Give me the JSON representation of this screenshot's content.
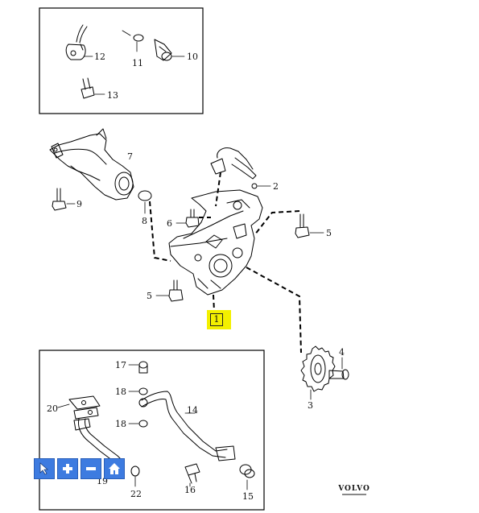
{
  "labels": {
    "n1": "1",
    "n2": "2",
    "n3": "3",
    "n4": "4",
    "n5a": "5",
    "n5b": "5",
    "n6": "6",
    "n7": "7",
    "n8": "8",
    "n9": "9",
    "n10": "10",
    "n11": "11",
    "n12": "12",
    "n13": "13",
    "n14": "14",
    "n15": "15",
    "n16": "16",
    "n17": "17",
    "n18a": "18",
    "n18b": "18",
    "n19": "19",
    "n20": "20",
    "n22": "22"
  },
  "highlight": {
    "label": "1",
    "color": "#f3f000"
  },
  "toolbar": {
    "buttons": [
      {
        "name": "pointer",
        "icon": "cursor-icon"
      },
      {
        "name": "zoom-in",
        "icon": "plus-icon"
      },
      {
        "name": "zoom-out",
        "icon": "minus-icon"
      },
      {
        "name": "home",
        "icon": "home-icon"
      }
    ],
    "color": "#3d7be0"
  },
  "brand": {
    "name": "VOLVO"
  }
}
